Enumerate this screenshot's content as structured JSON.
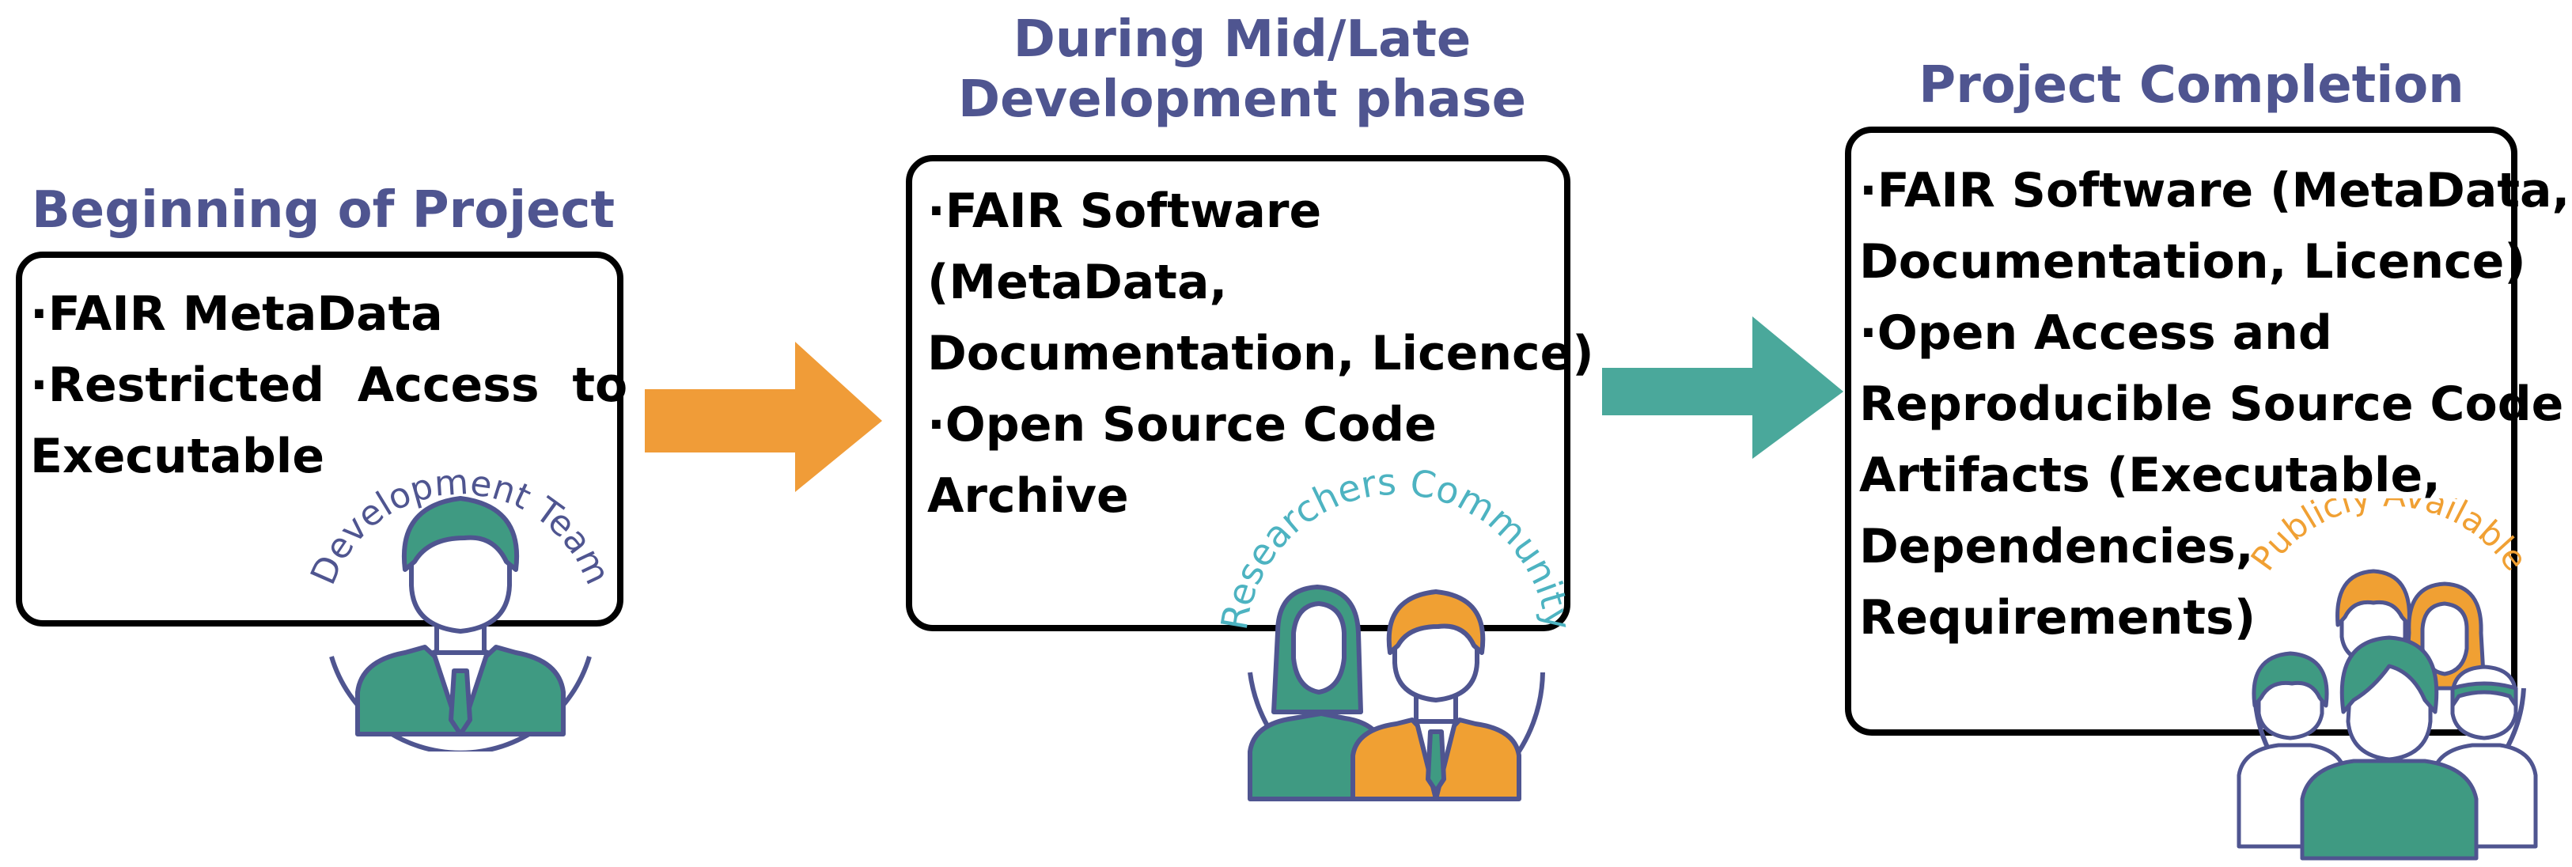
{
  "stages": [
    {
      "title_lines": [
        "Beginning of Project"
      ],
      "items": [
        "·FAIR MetaData",
        "·Restricted  Access  to",
        "Executable"
      ],
      "audience": "Development Team"
    },
    {
      "title_lines": [
        "During Mid/Late",
        "Development phase"
      ],
      "items": [
        "·FAIR Software",
        "(MetaData,",
        "Documentation, Licence)",
        "·Open Source Code",
        "Archive"
      ],
      "audience": "Researchers Community"
    },
    {
      "title_lines": [
        "Project Completion"
      ],
      "items": [
        "·FAIR Software (MetaData,",
        "Documentation, Licence)",
        "·Open Access and",
        "Reproducible Source Code",
        "Artifacts (Executable,",
        "Dependencies,",
        "Requirements)"
      ],
      "audience": "Publicly Available"
    }
  ],
  "colors": {
    "title": "#4f5590",
    "arrow_1": "#f09c38",
    "arrow_2": "#4aa89b",
    "person_teal": "#3f9a82",
    "person_orange": "#f0a033",
    "outline": "#4f5590",
    "audience_dev": "#4f5590",
    "audience_research": "#4db3c1",
    "audience_public": "#f0a033"
  }
}
